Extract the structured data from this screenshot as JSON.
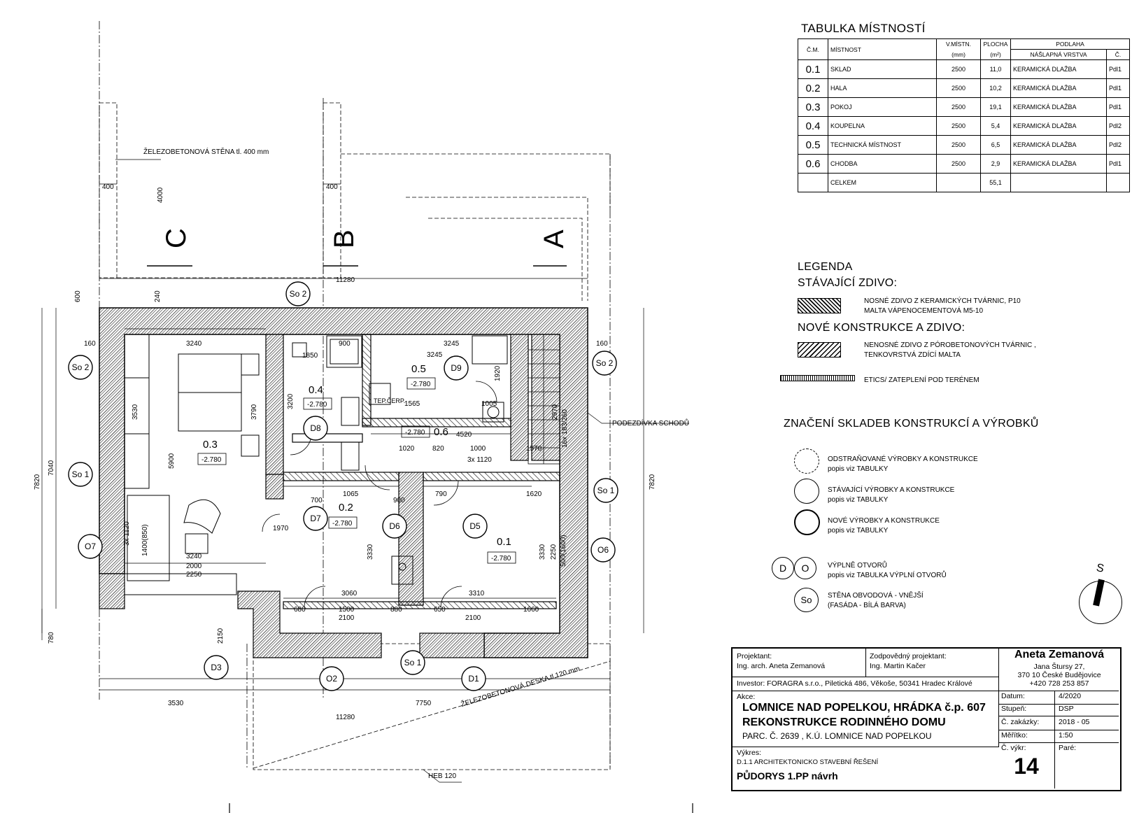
{
  "room_table": {
    "title": "TABULKA MÍSTNOSTÍ",
    "headers": {
      "cm": "Č.M.",
      "mistnost": "MÍSTNOST",
      "vyska": "V.MÍSTN.",
      "vyska_unit": "(mm)",
      "plocha": "PLOCHA",
      "plocha_unit": "(m²)",
      "podlaha": "PODLAHA",
      "vrstva": "NÁŠLAPNÁ VRSTVA",
      "c": "Č."
    },
    "rows": [
      {
        "cm": "0.1",
        "name": "SKLAD",
        "height": "2500",
        "area": "11,0",
        "floor": "KERAMICKÁ DLAŽBA",
        "code": "Pdl1"
      },
      {
        "cm": "0.2",
        "name": "HALA",
        "height": "2500",
        "area": "10,2",
        "floor": "KERAMICKÁ DLAŽBA",
        "code": "Pdl1"
      },
      {
        "cm": "0.3",
        "name": "POKOJ",
        "height": "2500",
        "area": "19,1",
        "floor": "KERAMICKÁ DLAŽBA",
        "code": "Pdl1"
      },
      {
        "cm": "0.4",
        "name": "KOUPELNA",
        "height": "2500",
        "area": "5,4",
        "floor": "KERAMICKÁ DLAŽBA",
        "code": "Pdl2"
      },
      {
        "cm": "0.5",
        "name": "TECHNICKÁ MÍSTNOST",
        "height": "2500",
        "area": "6,5",
        "floor": "KERAMICKÁ DLAŽBA",
        "code": "Pdl2"
      },
      {
        "cm": "0.6",
        "name": "CHODBA",
        "height": "2500",
        "area": "2,9",
        "floor": "KERAMICKÁ DLAŽBA",
        "code": "Pdl1"
      }
    ],
    "total_label": "CELKEM",
    "total_area": "55,1"
  },
  "legend": {
    "title": "LEGENDA",
    "existing": "STÁVAJÍCÍ ZDIVO:",
    "existing_desc_1": "NOSNÉ ZDIVO Z KERAMICKÝCH TVÁRNIC, P10",
    "existing_desc_2": "MALTA VÁPENOCEMENTOVÁ M5-10",
    "new": "NOVÉ KONSTRUKCE A ZDIVO:",
    "new_desc_1": "NENOSNÉ ZDIVO Z PÓROBETONOVÝCH TVÁRNIC ,",
    "new_desc_2": "TENKOVRSTVÁ ZDÍCÍ MALTA",
    "etics": "ETICS/ ZATEPLENÍ POD TERÉNEM",
    "marking_title": "ZNAČENÍ SKLADEB KONSTRUKCÍ A VÝROBKŮ",
    "removed_1": "ODSTRAŇOVANÉ VÝROBKY A KONSTRUKCE",
    "removed_2": "popis viz TABULKY",
    "existing_items_1": "STÁVAJÍCÍ VÝROBKY A KONSTRUKCE",
    "existing_items_2": "popis viz TABULKY",
    "new_items_1": "NOVÉ VÝROBKY A KONSTRUKCE",
    "new_items_2": "popis viz TABULKY",
    "d_label": "D",
    "o_label": "O",
    "openings_1": "VÝPLNĚ OTVORŮ",
    "openings_2": "popis viz TABULKA VÝPLNÍ OTVORŮ",
    "so_label": "So",
    "wall_1": "STĚNA OBVODOVÁ - VNĚJŠÍ",
    "wall_2": "(FASÁDA - BÍLÁ BARVA)"
  },
  "north": {
    "label": "S"
  },
  "title_block": {
    "projektant_label": "Projektant:",
    "projektant": "Ing. arch. Aneta Zemanová",
    "zodp_label": "Zodpovědný projektant:",
    "zodp": "Ing. Martin Kačer",
    "author_name": "Aneta Zemanová",
    "author_addr1": "Jana Štursy 27,",
    "author_addr2": "370 10 České Budějovice",
    "author_phone": "+420 728 253 857",
    "investor": "Investor: FORAGRA s.r.o., Piletická 486, Věkoše, 50341 Hradec Králové",
    "akce_label": "Akce:",
    "akce_1": "LOMNICE NAD POPELKOU, HRÁDKA č.p. 607",
    "akce_2": "REKONSTRUKCE RODINNÉHO DOMU",
    "akce_3": "PARC. Č. 2639 , K.Ú. LOMNICE NAD POPELKOU",
    "vykres_label": "Výkres:",
    "vykres_1": "D.1.1 ARCHITEKTONICKO STAVEBNÍ ŘEŠENÍ",
    "vykres_2": "PŮDORYS 1.PP návrh",
    "datum_label": "Datum:",
    "datum": "4/2020",
    "stupen_label": "Stupeň:",
    "stupen": "DSP",
    "zakazka_label": "Č. zakázky:",
    "zakazka": "2018 - 05",
    "meritko_label": "Měřítko:",
    "meritko": "1:50",
    "cvykr_label": "Č. výkr:",
    "cvykr": "14",
    "pare_label": "Paré:"
  },
  "plan": {
    "rooms": [
      {
        "num": "0.3",
        "level": "-2.780"
      },
      {
        "num": "0.4",
        "level": "-2.780"
      },
      {
        "num": "0.5",
        "level": "-2.780"
      },
      {
        "num": "0.6",
        "level": "-2.780"
      },
      {
        "num": "0.2",
        "level": "-2.780"
      },
      {
        "num": "0.1",
        "level": "-2.780"
      }
    ],
    "sections": [
      "C",
      "B",
      "A"
    ],
    "annotations": {
      "wall400": "ŽELEZOBETONOVÁ STĚNA tl. 400 mm",
      "podezdivka": "PODEZDÍVKA SCHODŮ",
      "deska": "ŽELEZOBETONOVÁ DESKA tl.120 mm",
      "heb": "HEB 120",
      "tep": "TEP.ČERP."
    },
    "tags": {
      "so2_top": "So 2",
      "so2_left": "So 2",
      "so2_right": "So 2",
      "so1_left": "So 1",
      "so1_right": "So 1",
      "so1_bottom": "So 1",
      "o7": "O7",
      "o6": "O6",
      "o2": "O2",
      "d1": "D1",
      "d3": "D3",
      "d5": "D5",
      "d6": "D6",
      "d7": "D7",
      "d8": "D8",
      "d9": "D9"
    },
    "dims": {
      "top_11280": "11280",
      "bot_11280": "11280",
      "bot_3530": "3530",
      "bot_7750": "7750",
      "d400a": "400",
      "d400b": "400",
      "d4000": "4000",
      "d600": "600",
      "d240": "240",
      "d160a": "160",
      "d160b": "160",
      "d3240": "3240",
      "d3240b": "3240",
      "d3245": "3245",
      "d3245b": "3245",
      "d900": "900",
      "d1850": "1850",
      "d1920": "1920",
      "d1565": "1565",
      "d1005": "1005",
      "d4520": "4520",
      "d1020": "1020",
      "d820": "820",
      "d1000": "1000",
      "d1570": "1570",
      "d3x1120": "3x 1120",
      "d1065": "1065",
      "d1620": "1620",
      "d3060": "3060",
      "d3310": "3310",
      "d3330": "3330",
      "d3330b": "3330",
      "d2250": "2250",
      "d500": "500(1600)",
      "d2000": "2000",
      "d2250b": "2250",
      "d1500": "1500",
      "d2100": "2100",
      "d2100b": "2100",
      "d1660": "1660",
      "d5900": "5900",
      "d3530v": "3530",
      "d3790": "3790",
      "d3200": "3200",
      "d7820l": "7820",
      "d7820r": "7820",
      "d7040": "7040",
      "d780": "780",
      "d2970": "2970",
      "d16x": "16x 183/260",
      "d1400": "1400(850)",
      "d3x1120v": "3x 1120",
      "d1970": "1970",
      "d700": "700",
      "d900b": "900",
      "d2150": "2150",
      "d680": "680",
      "d650": "650",
      "d880": "880",
      "d790": "790"
    }
  }
}
